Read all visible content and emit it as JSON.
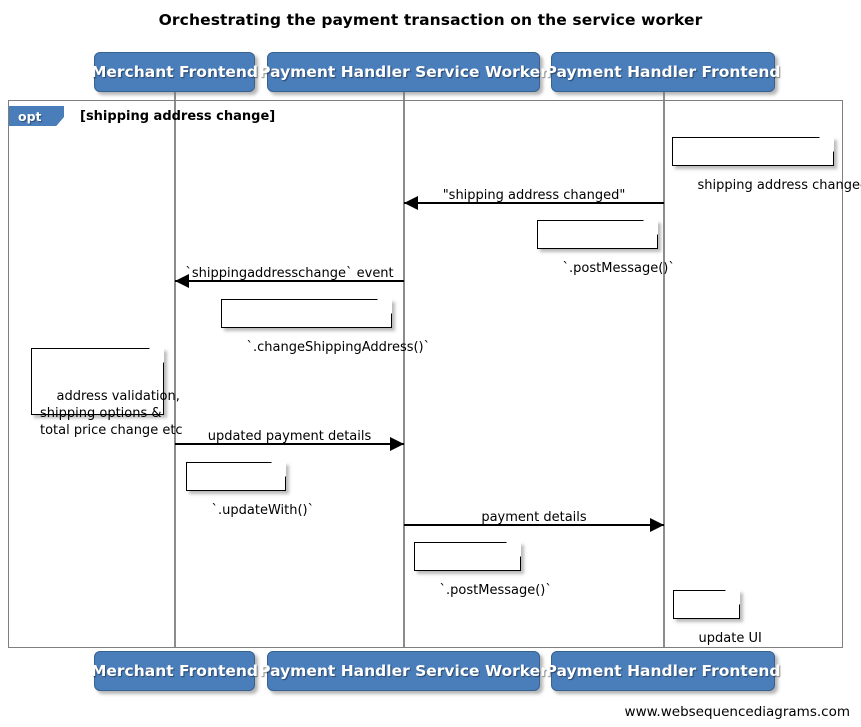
{
  "title": "Orchestrating the payment transaction on the service worker",
  "footer": "www.websequencediagrams.com",
  "colors": {
    "participant_fill": "#4a7ebb",
    "participant_border": "#37618e",
    "participant_text": "#ffffff",
    "frame_border": "#7f7f7f",
    "lifeline": "#8c8c8c",
    "note_fill": "#ffffff",
    "note_border": "#000000",
    "arrow": "#000000",
    "background": "#ffffff"
  },
  "participants": [
    {
      "name": "Merchant Frontend"
    },
    {
      "name": "Payment Handler Service Worker"
    },
    {
      "name": "Payment Handler Frontend"
    }
  ],
  "participants_bottom": [
    {
      "name": "Merchant Frontend"
    },
    {
      "name": "Payment Handler Service Worker"
    },
    {
      "name": "Payment Handler Frontend"
    }
  ],
  "fragment": {
    "type": "opt",
    "guard": "[shipping address change]"
  },
  "messages": [
    {
      "label": "\"shipping address changed\"",
      "from": "Payment Handler Frontend",
      "to": "Payment Handler Service Worker",
      "direction": "left"
    },
    {
      "label": "`shippingaddresschange` event",
      "from": "Payment Handler Service Worker",
      "to": "Merchant Frontend",
      "direction": "left"
    },
    {
      "label": "updated payment details",
      "from": "Merchant Frontend",
      "to": "Payment Handler Service Worker",
      "direction": "right"
    },
    {
      "label": "payment details",
      "from": "Payment Handler Service Worker",
      "to": "Payment Handler Frontend",
      "direction": "right"
    }
  ],
  "notes": [
    {
      "text": "shipping address changed"
    },
    {
      "text": "`.postMessage()`"
    },
    {
      "text": "`.changeShippingAddress()`"
    },
    {
      "text": "address validation,\nshipping options &\ntotal price change etc"
    },
    {
      "text": "`.updateWith()`"
    },
    {
      "text": "`.postMessage()`"
    },
    {
      "text": "update UI"
    }
  ]
}
